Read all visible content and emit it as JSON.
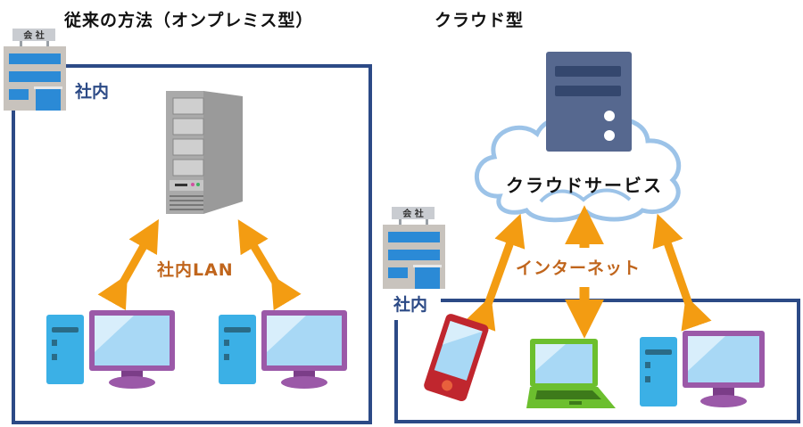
{
  "left_panel": {
    "title": "従来の方法（オンプレミス型）",
    "zone_label": "社内",
    "link_label": "社内LAN",
    "building_sign": "会 社"
  },
  "right_panel": {
    "title": "クラウド型",
    "cloud_label": "クラウドサービス",
    "link_label": "インターネット",
    "zone_label": "社内",
    "building_sign": "会 社"
  },
  "colors": {
    "zone_border": "#2c4a86",
    "arrow": "#f39c12",
    "link_text": "#c0651c",
    "cloud_outline": "#9cc3e8",
    "cloud_server": "#56688f",
    "monitor_frame": "#9b59a8",
    "tower": "#3bb0e6",
    "screen": "#a8d8f5",
    "phone": "#c0262e",
    "laptop": "#6cbf2e"
  }
}
